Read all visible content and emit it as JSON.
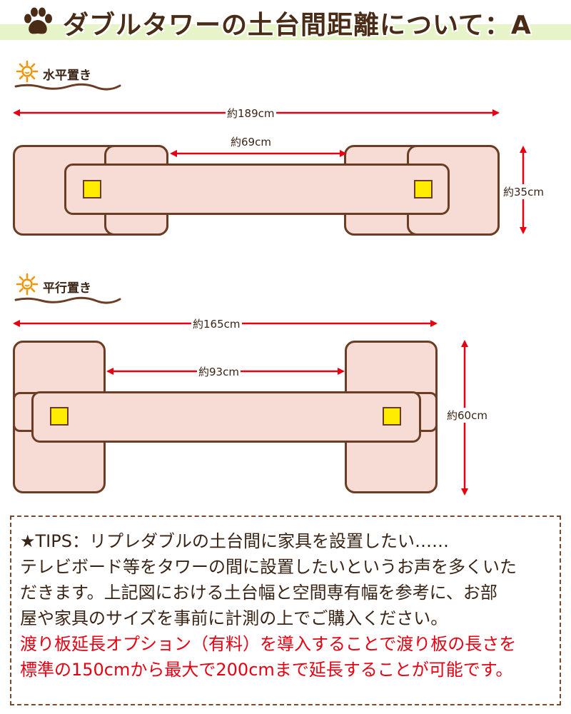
{
  "header": {
    "title": "ダブルタワーの土台間距離について：A",
    "icon": "paw-icon",
    "band_color": "#e7f4c9",
    "title_color": "#4a2b16"
  },
  "sections": [
    {
      "label": "水平置き",
      "icon": "sun-icon",
      "dimensions": {
        "overall_width": "約189cm",
        "gap_width": "約69cm",
        "depth": "約35cm"
      }
    },
    {
      "label": "平行置き",
      "icon": "sun-icon",
      "dimensions": {
        "overall_width": "約165cm",
        "gap_width": "約93cm",
        "depth": "約60cm"
      }
    }
  ],
  "colors": {
    "base_fill": "#f7dcd5",
    "outline": "#6a3d24",
    "post_square": "#ffec00",
    "dimension_arrow": "#e60012",
    "highlight_text": "#e60012"
  },
  "tips": {
    "lines": [
      "★TIPS：リプレダブルの土台間に家具を設置したい……",
      "テレビボード等をタワーの間に設置したいというお声を多くいた",
      "だきます。上記図における土台幅と空間専有幅を参考に、お部",
      "屋や家具のサイズを事前に計測の上でご購入ください。"
    ],
    "highlight_lines": [
      "渡り板延長オプション（有料）を導入することで渡り板の長さを",
      "標準の150cmから最大で200cmまで延長することが可能です。"
    ]
  }
}
